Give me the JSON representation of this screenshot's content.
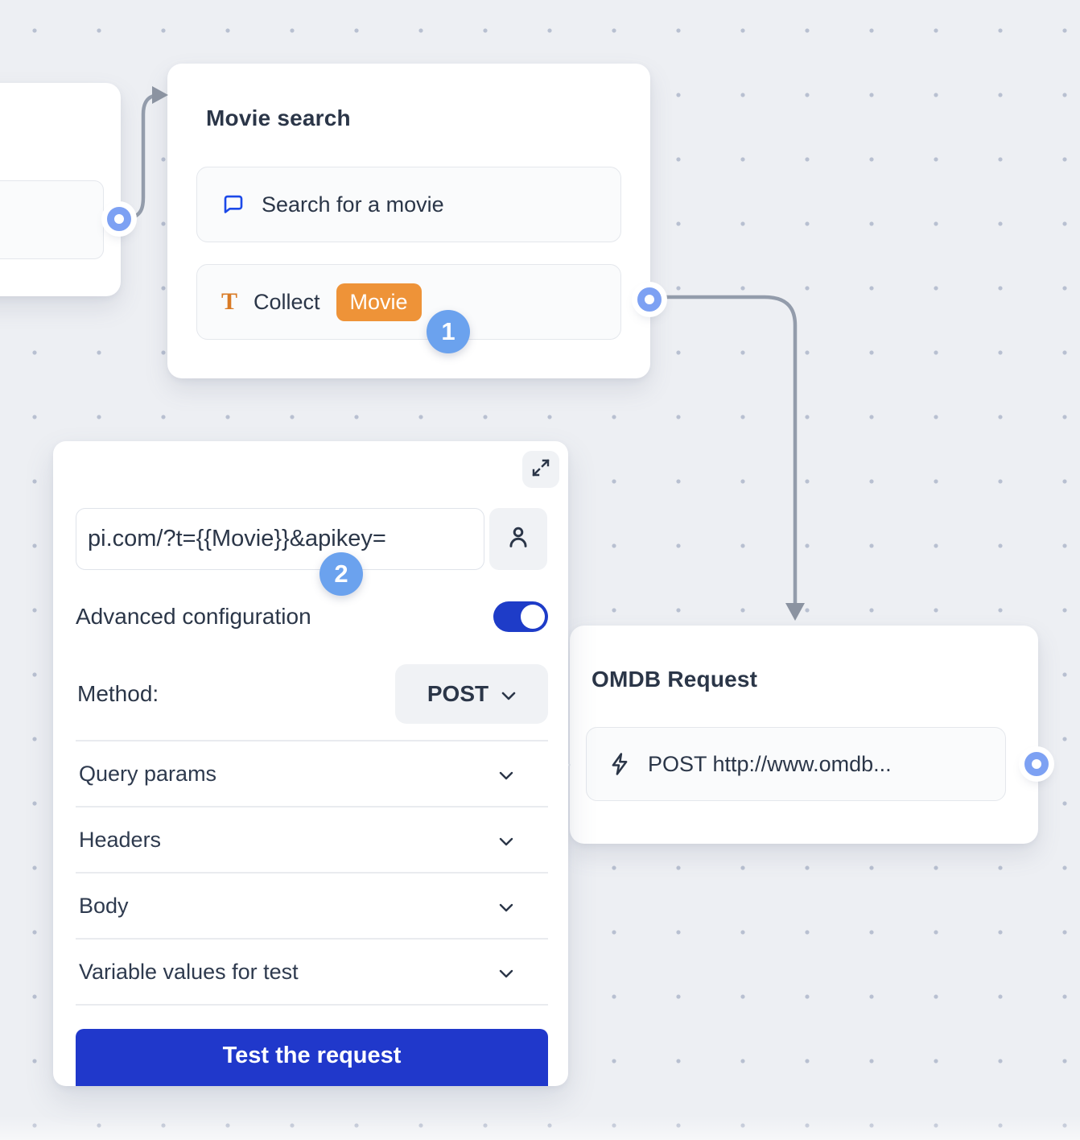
{
  "annotations": {
    "step1": "1",
    "step2": "2"
  },
  "nodes": {
    "movie_search": {
      "title": "Movie search",
      "items": [
        {
          "icon": "chat-bubble-icon",
          "label": "Search for a movie"
        },
        {
          "icon": "text-type-icon",
          "label": "Collect",
          "badge": "Movie"
        }
      ]
    },
    "omdb_request": {
      "title": "OMDB Request",
      "items": [
        {
          "icon": "lightning-icon",
          "label": "POST http://www.omdb..."
        }
      ]
    }
  },
  "config_panel": {
    "url_input": {
      "visible_value": "pi.com/?t={{Movie}}&apikey="
    },
    "advanced_configuration_label": "Advanced configuration",
    "toggle_state": "on",
    "method_label": "Method:",
    "method_value": "POST",
    "sections": [
      {
        "label": "Query params"
      },
      {
        "label": "Headers"
      },
      {
        "label": "Body"
      },
      {
        "label": "Variable values for test"
      }
    ],
    "test_button_label": "Test the request"
  },
  "colors": {
    "accent_blue": "#2038cb",
    "toggle_blue": "#1e3cc8",
    "step_badge_blue": "#6ba2ee",
    "port_ring_blue": "#7da1f3",
    "variable_badge_orange": "#ee9338",
    "chat_icon_blue": "#1c49e8",
    "edge_gray": "#939cab",
    "canvas_bg": "#edeff3"
  }
}
